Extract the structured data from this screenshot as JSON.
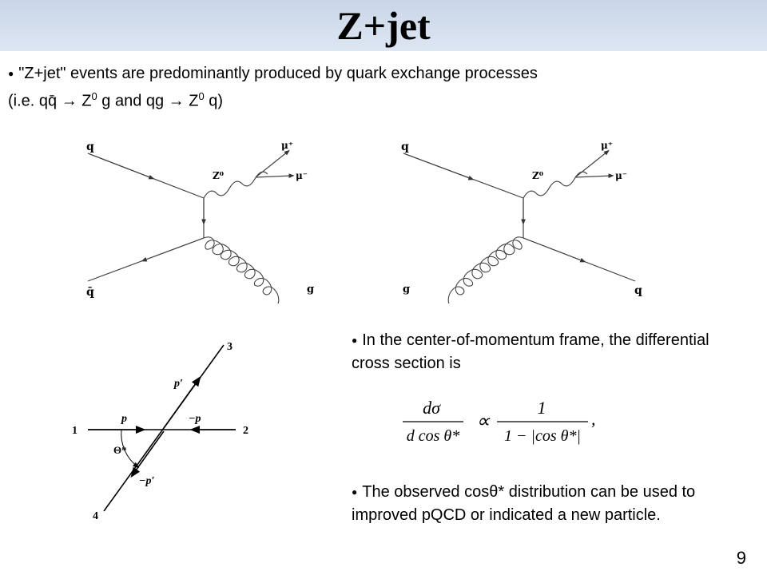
{
  "slide": {
    "title": "Z+jet",
    "page_number": "9"
  },
  "bullet_intro": {
    "line1": "\"Z+jet\" events are predominantly produced by quark exchange processes",
    "line2_pre": "(i.e. qq̄ → Z",
    "sup1": "0",
    "line2_mid": " g and qg → Z",
    "sup2": "0",
    "line2_post": " q)"
  },
  "diagram_left": {
    "q_in": "q",
    "qbar_in": "q̄",
    "boson": "Z⁰",
    "mu_plus": "μ⁺",
    "mu_minus": "μ⁻",
    "g_out": "g"
  },
  "diagram_right": {
    "q_in": "q",
    "g_in": "g",
    "boson": "Z⁰",
    "mu_plus": "μ⁺",
    "mu_minus": "μ⁻",
    "q_out": "q"
  },
  "kinematics": {
    "label_1": "1",
    "label_2": "2",
    "label_3": "3",
    "label_4": "4",
    "p": "p",
    "minus_p": "−p",
    "p_prime": "p′",
    "minus_p_prime": "−p′",
    "theta": "Θ*"
  },
  "bullet_frame": {
    "text": "In the center-of-momentum frame, the differential cross section is"
  },
  "formula": {
    "lhs_num": "dσ",
    "lhs_den": "d cos θ*",
    "prop": "∝",
    "rhs_num": "1",
    "rhs_den": "1 − |cos θ*|",
    "trail": ","
  },
  "bullet_obs": {
    "text": "The observed cosθ* distribution can be used to improved pQCD or indicated a new particle."
  }
}
